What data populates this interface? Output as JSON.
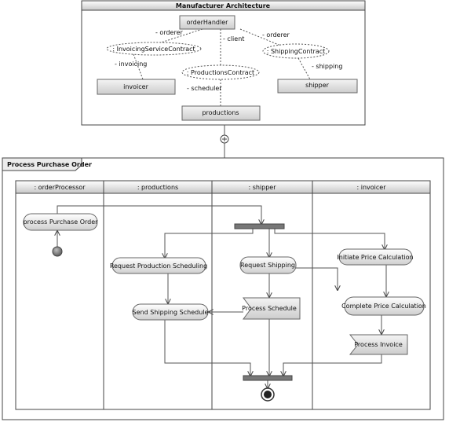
{
  "architecture": {
    "title": "Manufacturer Architecture",
    "parts": {
      "order_handler": "orderHandler",
      "invoicer": "invoicer",
      "productions": "productions",
      "shipper": "shipper"
    },
    "collaborations": {
      "invoicing": ": InvoicingServiceContract",
      "productions": ": ProductionsContract",
      "shipping": ": ShippingContract"
    },
    "roles": {
      "orderer_left": "- orderer",
      "client": "- client",
      "orderer_right": "- orderer",
      "invoicing": "- invoicing",
      "scheduler": "- scheduler",
      "shipping": "- shipping"
    }
  },
  "activity": {
    "title": "Process Purchase Order",
    "lanes": [
      ": orderProcessor",
      ": productions",
      ": shipper",
      ": invoicer"
    ],
    "actions": {
      "process_po": "process Purchase Order",
      "request_scheduling": "Request Production Scheduling",
      "send_schedule": "Send Shipping Schedule",
      "request_shipping": "Request Shipping",
      "process_schedule": "Process Schedule",
      "initiate_price": "Initiate Price Calculation",
      "complete_price": "Complete Price Calculation",
      "process_invoice": "Process Invoice"
    }
  }
}
